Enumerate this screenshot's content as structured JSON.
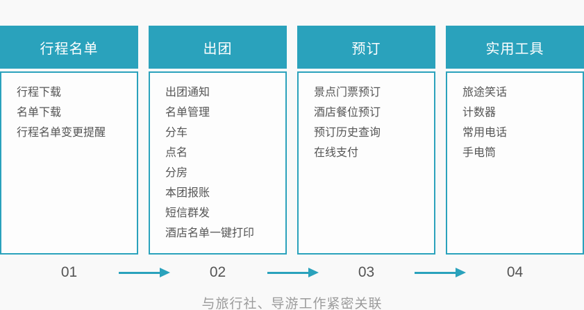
{
  "colors": {
    "accent": "#2aa2bc",
    "page_bg": "#f9f9f9",
    "card_bg": "#fdfdfd",
    "text": "#555555",
    "header_text": "#ffffff",
    "caption": "#9b9b9b"
  },
  "columns": [
    {
      "title": "行程名单",
      "items": [
        "行程下载",
        "名单下载",
        "行程名单变更提醒"
      ]
    },
    {
      "title": "出团",
      "items": [
        "出团通知",
        "名单管理",
        "分车",
        "点名",
        "分房",
        "本团报账",
        "短信群发",
        "酒店名单一键打印"
      ]
    },
    {
      "title": "预订",
      "items": [
        "景点门票预订",
        "酒店餐位预订",
        "预订历史查询",
        "在线支付"
      ]
    },
    {
      "title": "实用工具",
      "items": [
        "旅途笑话",
        "计数器",
        "常用电话",
        "手电筒"
      ]
    }
  ],
  "steps": [
    "01",
    "02",
    "03",
    "04"
  ],
  "caption": "与旅行社、导游工作紧密关联"
}
